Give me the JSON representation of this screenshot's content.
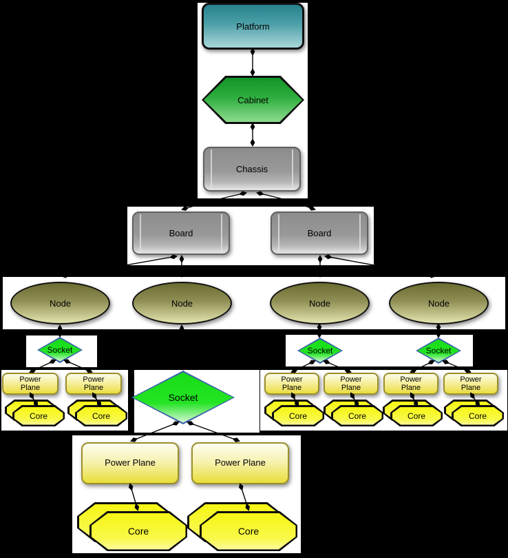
{
  "colors": {
    "background": "#000000",
    "panel": "#ffffff",
    "platform_top": "#25828d",
    "platform_bottom": "#a9d7da",
    "cabinet_top": "#139428",
    "cabinet_bottom": "#8edc8e",
    "metal_gray_top": "#8d8d8d",
    "metal_gray_bottom": "#e7e7e7",
    "node_olive_top": "#6c6c33",
    "node_olive_bottom": "#e4e4af",
    "socket_green": "#24e424",
    "socket_border_blue": "#3a62aa",
    "power_plane_yellow": "#eadd42",
    "power_plane_border": "#9a8f2a",
    "core_yellow": "#f6f614",
    "edge": "#000000"
  },
  "platform": {
    "label": "Platform"
  },
  "cabinet": {
    "label": "Cabinet"
  },
  "chassis": {
    "label": "Chassis"
  },
  "boards": [
    {
      "label": "Board"
    },
    {
      "label": "Board"
    }
  ],
  "nodes": [
    {
      "label": "Node"
    },
    {
      "label": "Node"
    },
    {
      "label": "Node"
    },
    {
      "label": "Node"
    }
  ],
  "small_sockets": [
    {
      "label": "Socket"
    },
    {
      "label": "Socket"
    },
    {
      "label": "Socket"
    }
  ],
  "large_socket": {
    "label": "Socket"
  },
  "small_power_planes": [
    {
      "label": "Power Plane"
    },
    {
      "label": "Power Plane"
    },
    {
      "label": "Power Plane"
    },
    {
      "label": "Power Plane"
    },
    {
      "label": "Power Plane"
    },
    {
      "label": "Power Plane"
    }
  ],
  "small_cores": [
    {
      "label": "Core"
    },
    {
      "label": "Core"
    },
    {
      "label": "Core"
    },
    {
      "label": "Core"
    },
    {
      "label": "Core"
    },
    {
      "label": "Core"
    }
  ],
  "large_power_planes": [
    {
      "label": "Power Plane"
    },
    {
      "label": "Power Plane"
    }
  ],
  "large_cores": [
    {
      "label": "Core"
    },
    {
      "label": "Core"
    }
  ]
}
